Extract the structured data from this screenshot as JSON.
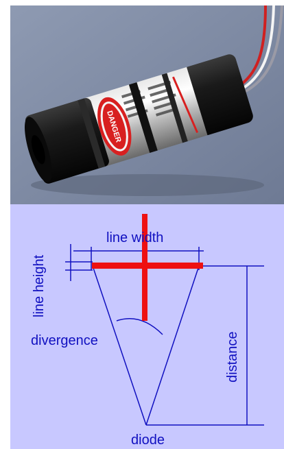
{
  "photo": {
    "label_text": "DANGER"
  },
  "diagram": {
    "labels": {
      "line_width": "line width",
      "line_height": "line height",
      "divergence": "divergence",
      "distance": "distance",
      "diode": "diode"
    }
  },
  "colors": {
    "diagram_background": "#c8c8ff",
    "diagram_lines": "#1010c0",
    "laser_line": "#ee1111"
  }
}
